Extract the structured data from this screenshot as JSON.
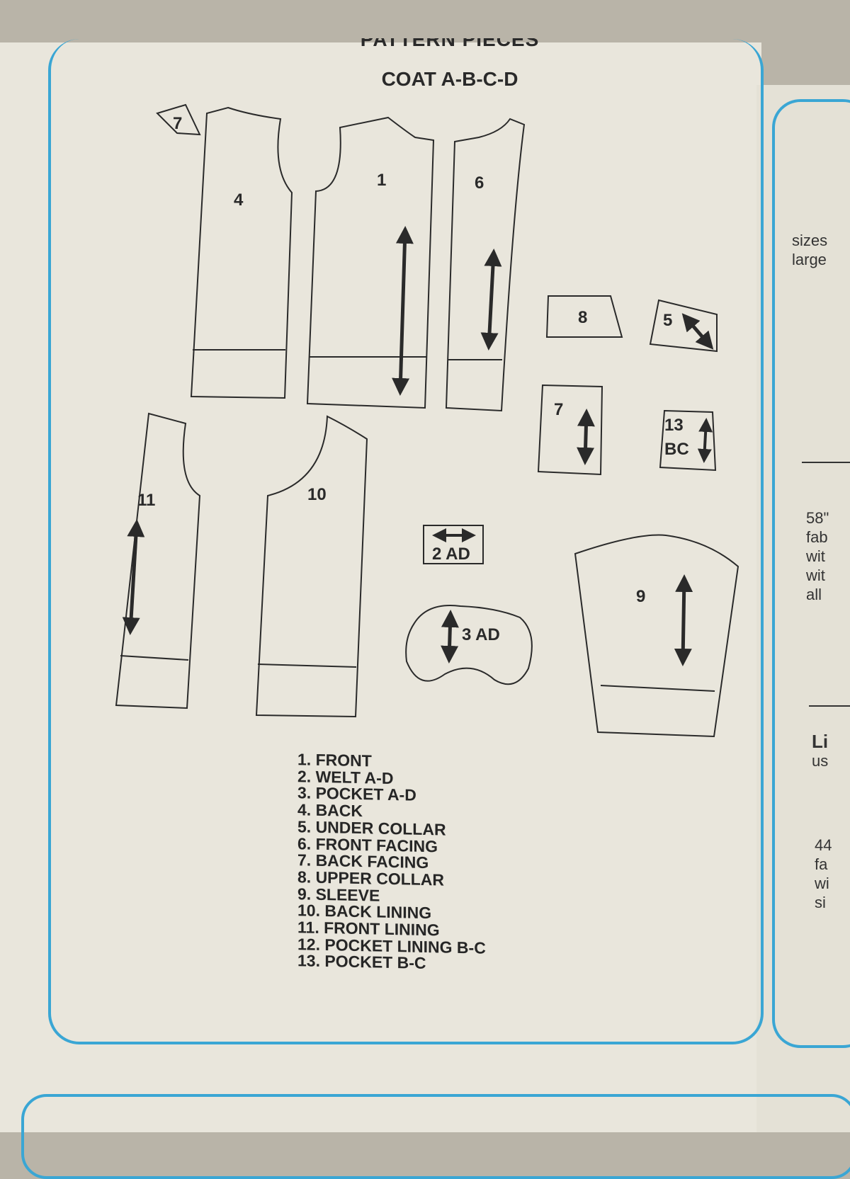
{
  "header": {
    "cut_heading": "PATTERN PIECES",
    "title": "COAT A-B-C-D"
  },
  "pieces": {
    "p7_small": "7",
    "p4": "4",
    "p1": "1",
    "p6": "6",
    "p8": "8",
    "p5": "5",
    "p7": "7",
    "p13_a": "13",
    "p13_b": "BC",
    "p11": "11",
    "p10": "10",
    "p2": "2 AD",
    "p3": "3 AD",
    "p9": "9"
  },
  "legend": [
    "1. FRONT",
    "2. WELT A-D",
    "3. POCKET A-D",
    "4. BACK",
    "5. UNDER COLLAR",
    "6. FRONT FACING",
    "7. BACK FACING",
    "8. UPPER COLLAR",
    "9. SLEEVE",
    "10. BACK LINING",
    "11. FRONT LINING",
    "12. POCKET LINING B-C",
    "13. POCKET B-C"
  ],
  "right_column": {
    "block1": [
      "sizes",
      "large"
    ],
    "block2": [
      "58\"",
      "fab",
      "wit",
      "wit",
      "all"
    ],
    "block3_heading": "Li",
    "block3_line": "us",
    "block4": [
      "44",
      "fa",
      "wi",
      "si"
    ]
  },
  "colors": {
    "accent_blue": "#3aa6d4",
    "ink": "#2a2a2a",
    "paper": "#e9e6dc"
  }
}
